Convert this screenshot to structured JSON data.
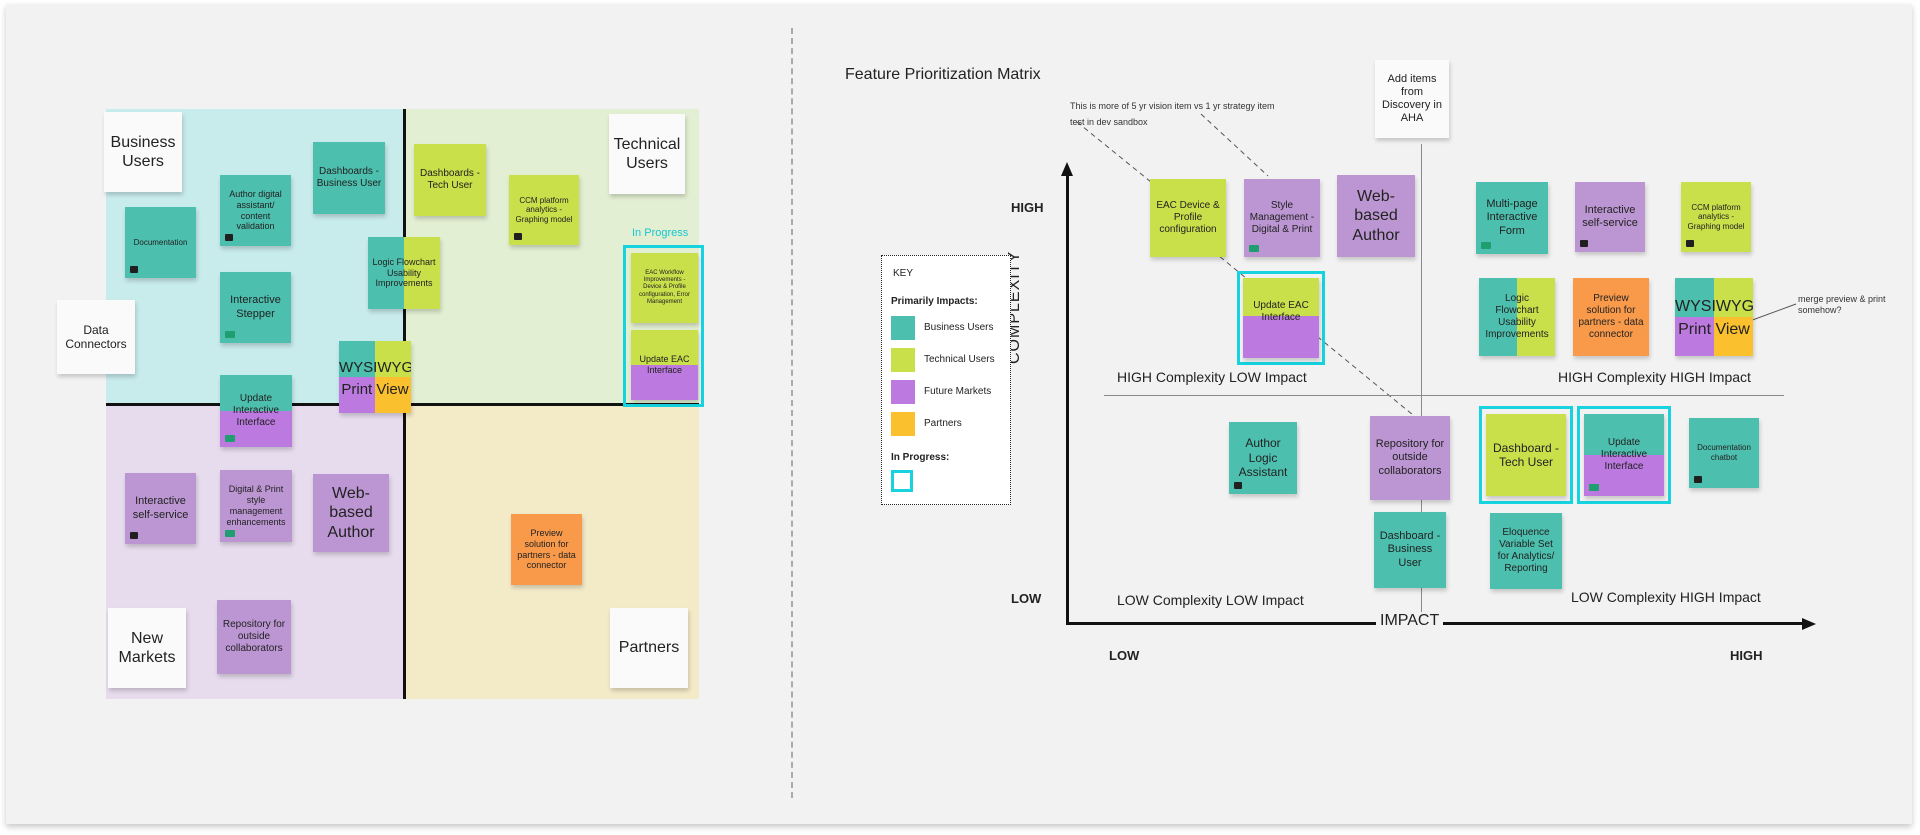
{
  "colors": {
    "teal": "#4dbfae",
    "lime": "#c9e04b",
    "purple": "#bc96d2",
    "purple_strong": "#bc79df",
    "orange": "#f99a4b",
    "yellow": "#fbc02d",
    "in_progress": "#17d3e0",
    "region_business": "#c8ebec",
    "region_technical": "#e2efd2",
    "region_markets": "#e6dcee",
    "region_partners": "#f3eac8"
  },
  "left_board": {
    "labels": {
      "business_users": "Business Users",
      "technical_users": "Technical Users",
      "new_markets": "New Markets",
      "partners": "Partners",
      "data_connectors": "Data Connectors",
      "in_progress": "In Progress"
    },
    "stickies": {
      "documentation": "Documentation",
      "author_digital_assistant": "Author digital assistant/ content validation",
      "dashboards_business_user": "Dashboards - Business User",
      "dashboards_tech_user": "Dashboards - Tech User",
      "ccm_platform_analytics": "CCM platform analytics - Graphing model",
      "interactive_stepper": "Interactive Stepper",
      "logic_flowchart": "Logic Flowchart Usability Improvements",
      "eac_workflow": "EAC Workflow Improvements - Device & Profile configuration, Error Management",
      "update_eac_interface": "Update EAC Interface",
      "update_interactive_interface": "Update Interactive Interface",
      "wysiwyg_top": "WYSIWYG",
      "wysiwyg_bottom": "Print View",
      "interactive_self_service": "Interactive self-service",
      "digital_print_style": "Digital & Print style management enhancements",
      "web_based_author": "Web-based Author",
      "repository_outside": "Repository for outside collaborators",
      "preview_solution": "Preview solution for partners - data connector"
    }
  },
  "matrix": {
    "title": "Feature Prioritization Matrix",
    "axis": {
      "y_label": "COMPLEXITY",
      "x_label": "IMPACT",
      "y_high": "HIGH",
      "y_low": "LOW",
      "x_low": "LOW",
      "x_high": "HIGH"
    },
    "quadrants": {
      "high_low": "HIGH Complexity LOW Impact",
      "high_high": "HIGH Complexity HIGH Impact",
      "low_low": "LOW Complexity LOW Impact",
      "low_high": "LOW Complexity HIGH Impact"
    },
    "notes": {
      "vision_note": "This is more of 5 yr vision item vs 1 yr strategy item",
      "test_note": "test in dev sandbox",
      "add_items": "Add items from Discovery in AHA",
      "merge_note": "merge preview & print somehow?"
    },
    "key": {
      "title": "KEY",
      "primarily": "Primarily Impacts:",
      "items": [
        "Business Users",
        "Technical Users",
        "Future Markets",
        "Partners"
      ],
      "in_progress": "In Progress:"
    },
    "stickies": {
      "eac_device_profile": "EAC Device & Profile configuration",
      "style_management": "Style Management - Digital & Print",
      "web_based_author": "Web-based Author",
      "update_eac_interface": "Update EAC Interface",
      "multi_page_form": "Multi-page Interactive Form",
      "interactive_self_service": "Interactive self-service",
      "ccm_platform_analytics": "CCM platform analytics - Graphing model",
      "logic_flowchart": "Logic Flowchart Usability Improvements",
      "preview_solution": "Preview solution for partners - data connector",
      "wysiwyg_top": "WYSIWYG",
      "wysiwyg_bottom": "Print View",
      "author_logic_assistant": "Author Logic Assistant",
      "repository_outside": "Repository for outside collaborators",
      "dashboard_tech_user": "Dashboard - Tech User",
      "update_interactive_interface": "Update Interactive Interface",
      "documentation_chatbot": "Documentation chatbot",
      "dashboard_business_user": "Dashboard - Business User",
      "eloquence_variable_set": "Eloquence Variable Set for Analytics/ Reporting"
    }
  }
}
